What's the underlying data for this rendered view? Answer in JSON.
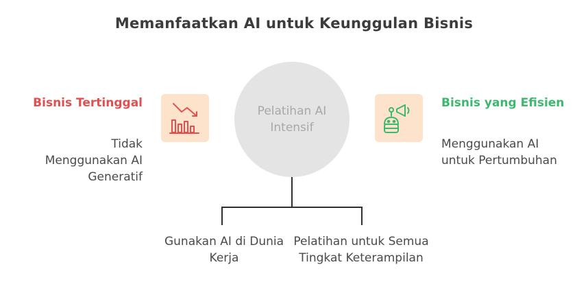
{
  "title": "Memanfaatkan AI untuk Keunggulan Bisnis",
  "center": {
    "text": "Pelatihan AI Intensif"
  },
  "left": {
    "heading": "Bisnis Tertinggal",
    "description": "Tidak Menggunakan AI Generatif",
    "icon": "declining-bar-chart-icon"
  },
  "right": {
    "heading": "Bisnis yang Efisien",
    "description": "Menggunakan AI untuk Pertumbuhan",
    "icon": "robot-megaphone-icon"
  },
  "branches": [
    {
      "label": "Gunakan AI di Dunia Kerja"
    },
    {
      "label": "Pelatihan untuk Semua Tingkat Keterampilan"
    }
  ],
  "colors": {
    "left_heading": "#e05050",
    "right_heading": "#3cb96e",
    "icon_bg": "#fde3cc",
    "circle": "#e4e4e4"
  }
}
